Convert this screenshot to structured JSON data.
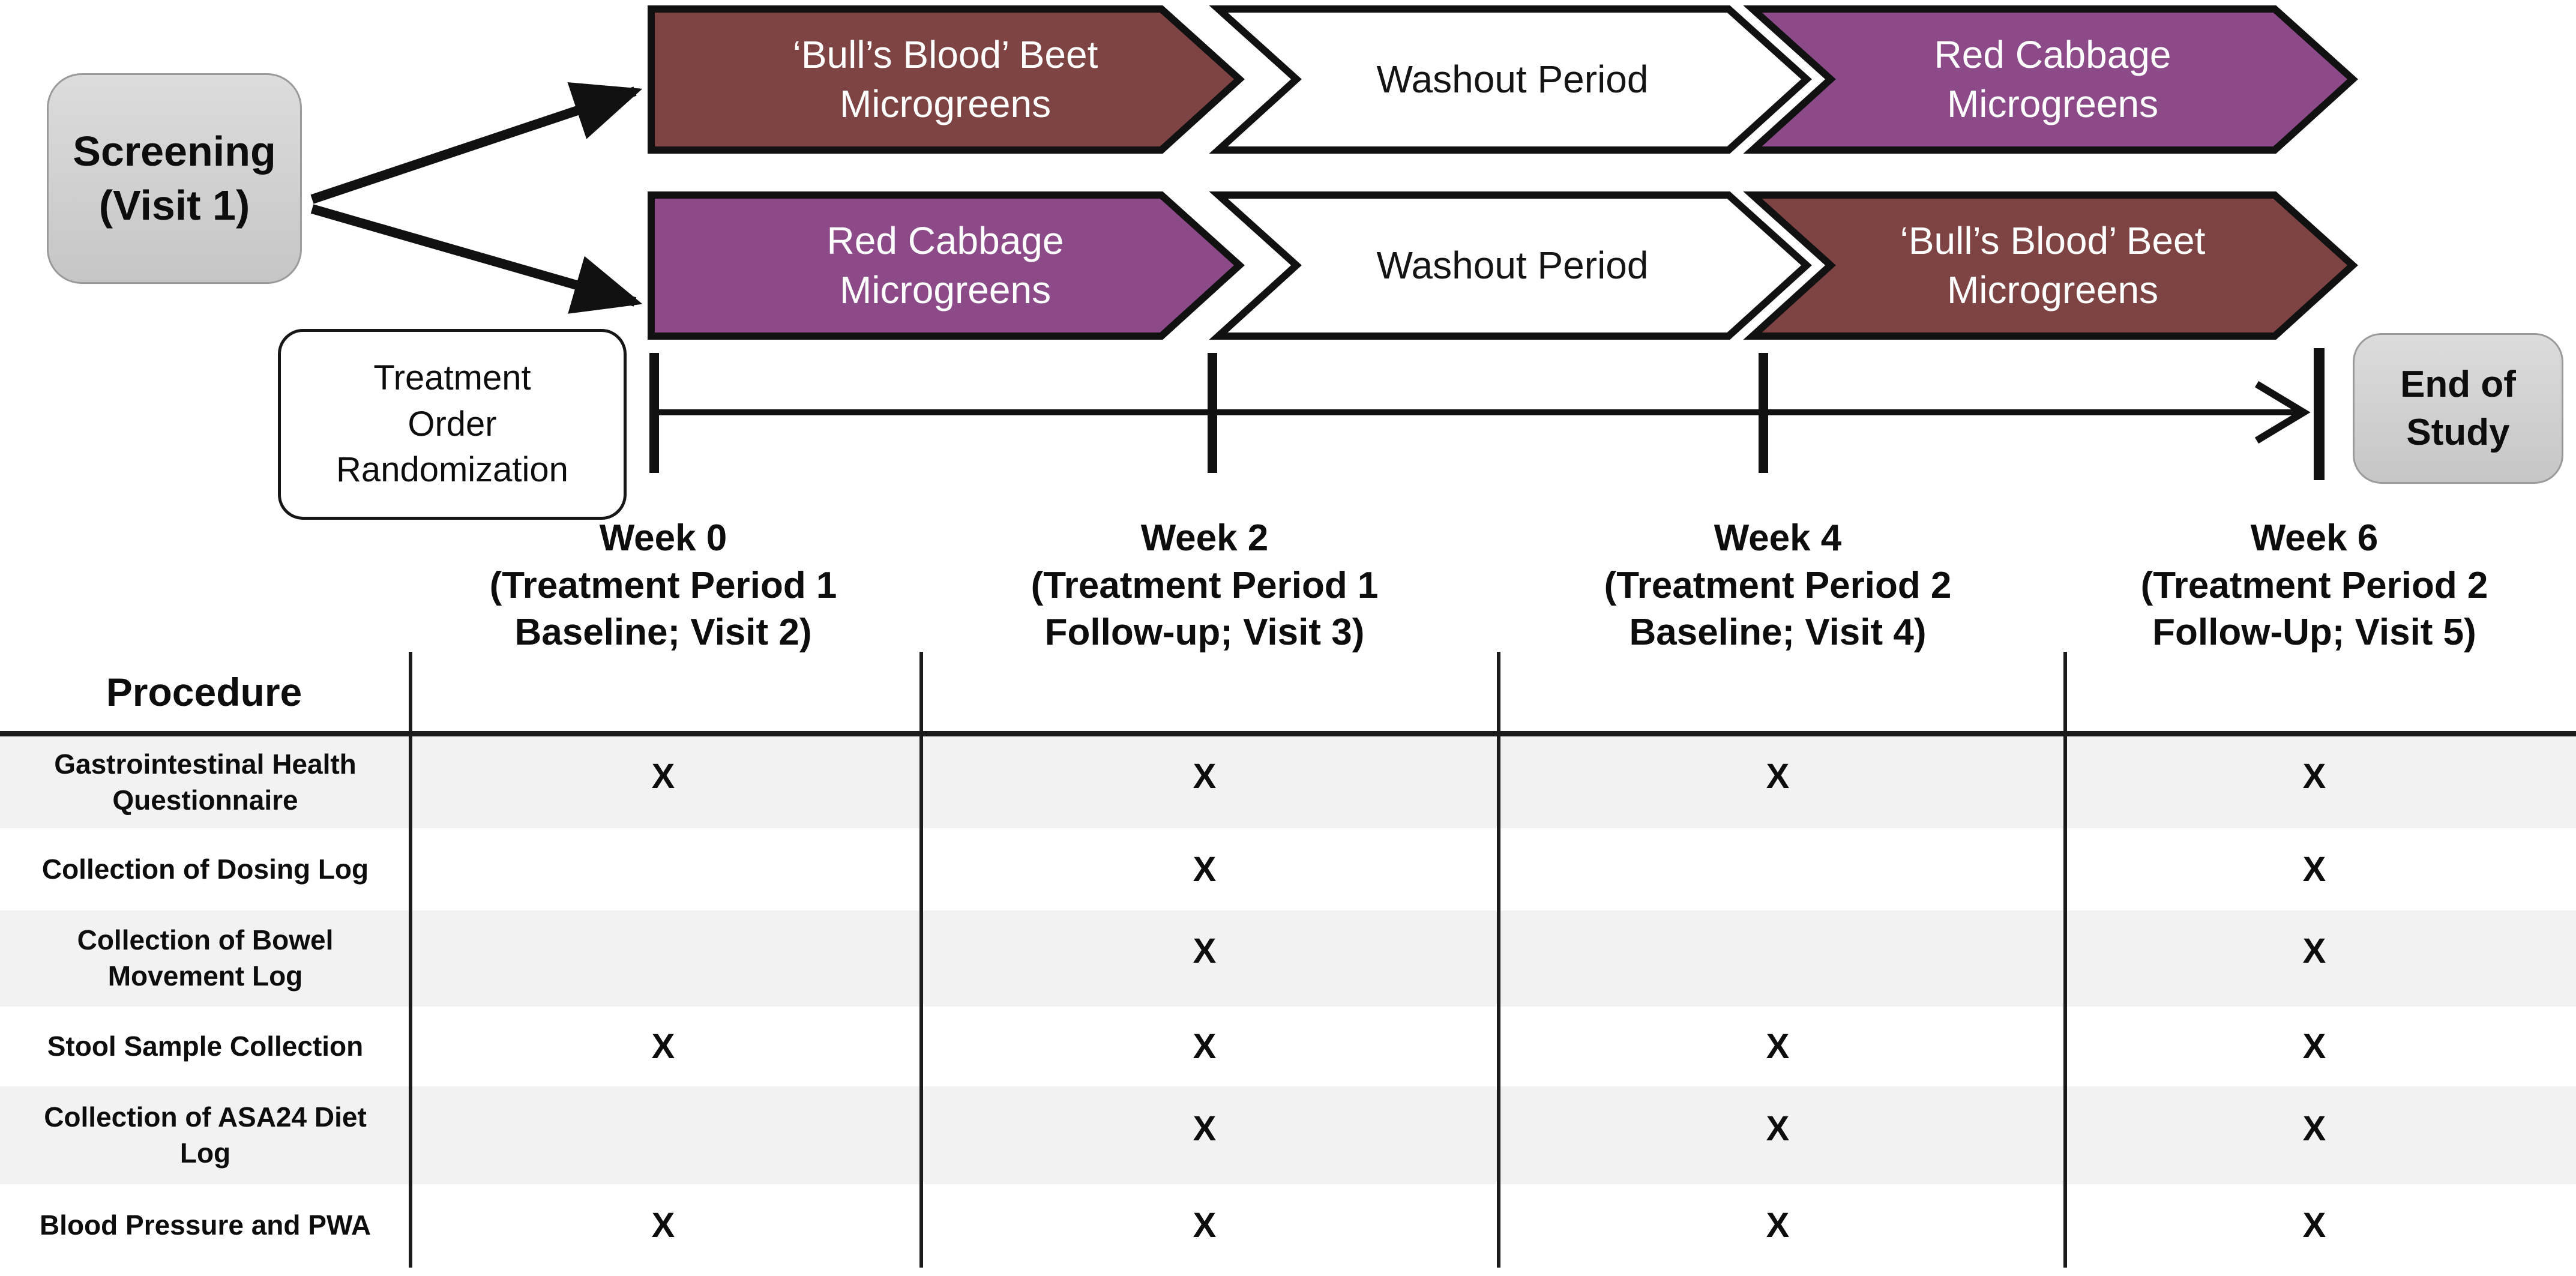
{
  "colors": {
    "maroon": "#7E4343",
    "purple": "#8C4A89",
    "washout": "#FFFFFF",
    "outline": "#111111",
    "box_gray": "#CFCFCF",
    "row_shade": "#F2F2F2"
  },
  "diagram": {
    "screening_box": "Screening\n(Visit 1)",
    "randomization_box": "Treatment\nOrder\nRandomization",
    "end_box": "End of\nStudy",
    "rows": [
      {
        "arrows": [
          {
            "label": "‘Bull’s Blood’ Beet\nMicrogreens",
            "color_key": "maroon"
          },
          {
            "label": "Washout Period",
            "color_key": "washout"
          },
          {
            "label": "Red Cabbage\nMicrogreens",
            "color_key": "purple"
          }
        ]
      },
      {
        "arrows": [
          {
            "label": "Red Cabbage\nMicrogreens",
            "color_key": "purple"
          },
          {
            "label": "Washout Period",
            "color_key": "washout"
          },
          {
            "label": "‘Bull’s Blood’ Beet\nMicrogreens",
            "color_key": "maroon"
          }
        ]
      }
    ]
  },
  "timeline": {
    "labels": [
      "Week 0\n(Treatment Period 1\nBaseline; Visit 2)",
      "Week 2\n(Treatment Period 1\nFollow-up; Visit 3)",
      "Week 4\n(Treatment Period 2\nBaseline; Visit 4)",
      "Week 6\n(Treatment Period 2\nFollow-Up; Visit 5)"
    ]
  },
  "table": {
    "header": "Procedure",
    "rows": [
      {
        "label": "Gastrointestinal Health\nQuestionnaire",
        "marks": [
          "X",
          "X",
          "X",
          "X"
        ]
      },
      {
        "label": "Collection of Dosing Log",
        "marks": [
          "",
          "X",
          "",
          "X"
        ]
      },
      {
        "label": "Collection of Bowel\nMovement Log",
        "marks": [
          "",
          "X",
          "",
          "X"
        ]
      },
      {
        "label": "Stool Sample Collection",
        "marks": [
          "X",
          "X",
          "X",
          "X"
        ]
      },
      {
        "label": "Collection of ASA24 Diet\nLog",
        "marks": [
          "",
          "X",
          "X",
          "X"
        ]
      },
      {
        "label": "Blood Pressure and PWA",
        "marks": [
          "X",
          "X",
          "X",
          "X"
        ]
      }
    ]
  }
}
